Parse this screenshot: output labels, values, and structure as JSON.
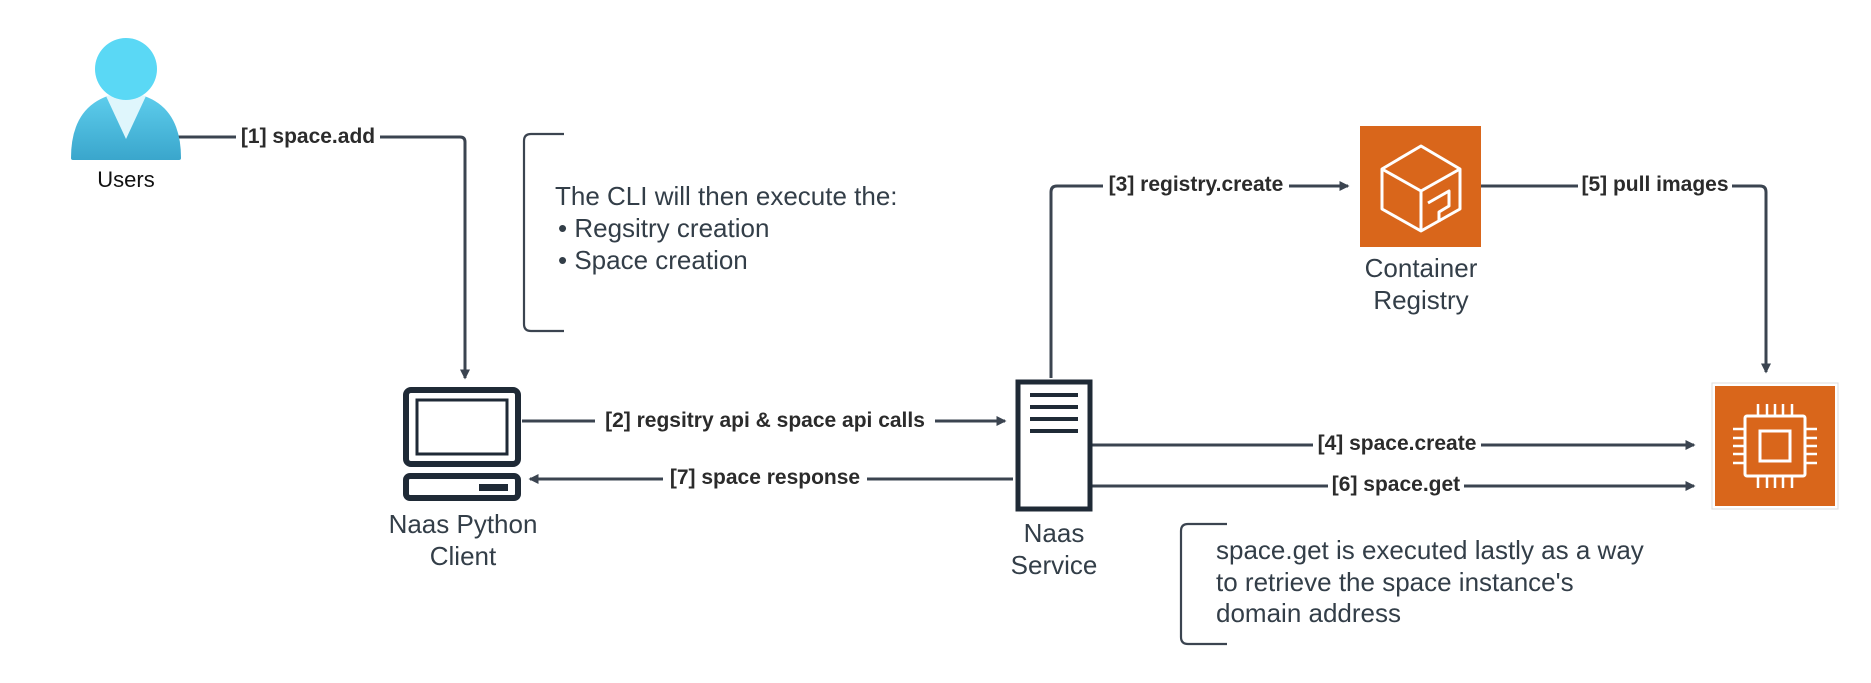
{
  "nodes": {
    "users": {
      "label": "Users"
    },
    "client": {
      "label_line1": "Naas Python",
      "label_line2": "Client"
    },
    "service": {
      "label_line1": "Naas",
      "label_line2": "Service"
    },
    "registry": {
      "label_line1": "Container",
      "label_line2": "Registry"
    }
  },
  "edges": {
    "space_add": "[1] space.add",
    "api_calls": "[2] regsitry api & space api calls",
    "registry_create": "[3] registry.create",
    "space_create": "[4] space.create",
    "pull_images": "[5] pull images",
    "space_get": "[6] space.get",
    "space_response": "[7] space response"
  },
  "notes": {
    "cli": {
      "intro": "The CLI will then execute the:",
      "items": [
        "• Regsitry creation",
        "• Space creation"
      ]
    },
    "space_get": {
      "lines": [
        "space.get is executed lastly as a way",
        "to retrieve the space instance's",
        "domain address"
      ]
    }
  },
  "colors": {
    "connector": "#3b4450",
    "aws_orange": "#d9661b",
    "user_cyan": "#5ad8f5",
    "user_body": "#4cb6d8"
  },
  "icons": {
    "users": "user-icon",
    "client": "computer-icon",
    "service": "server-icon",
    "registry": "container-registry-icon",
    "compute": "cpu-chip-icon"
  }
}
